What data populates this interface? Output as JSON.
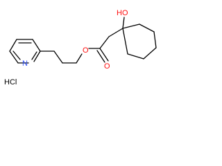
{
  "molecule": {
    "atoms": {
      "hydroxyl": "HO",
      "ester_oxygen": "O",
      "carbonyl_oxygen": "O",
      "pyridine_nitrogen": "N",
      "salt": "HCl"
    }
  }
}
